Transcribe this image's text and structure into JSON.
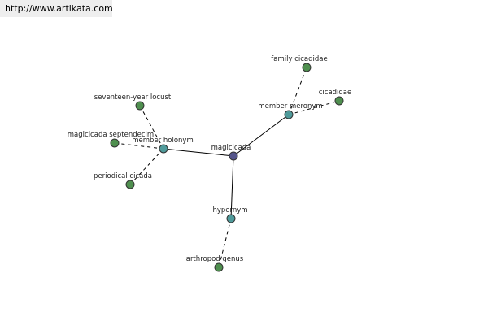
{
  "watermark": {
    "text": "http://www.artikata.com"
  },
  "colors": {
    "center": "#54548a",
    "relation": "#4f9a9a",
    "leaf": "#4f8f4f"
  },
  "nodes": [
    {
      "id": "magicicada",
      "label": "magicicada",
      "kind": "center"
    },
    {
      "id": "member-holonym",
      "label": "member holonym",
      "kind": "relation"
    },
    {
      "id": "member-meronym",
      "label": "member meronym",
      "kind": "relation"
    },
    {
      "id": "hypernym",
      "label": "hypernym",
      "kind": "relation"
    },
    {
      "id": "seventeen-year-locust",
      "label": "seventeen-year locust",
      "kind": "leaf"
    },
    {
      "id": "magicicada-septendecim",
      "label": "magicicada septendecim",
      "kind": "leaf"
    },
    {
      "id": "periodical-cicada",
      "label": "periodical cicada",
      "kind": "leaf"
    },
    {
      "id": "family-cicadidae",
      "label": "family cicadidae",
      "kind": "leaf"
    },
    {
      "id": "cicadidae",
      "label": "cicadidae",
      "kind": "leaf"
    },
    {
      "id": "arthropod-genus",
      "label": "arthropod genus",
      "kind": "leaf"
    }
  ],
  "edges": [
    {
      "from": "magicicada",
      "to": "member-holonym",
      "style": "solid"
    },
    {
      "from": "magicicada",
      "to": "member-meronym",
      "style": "solid"
    },
    {
      "from": "magicicada",
      "to": "hypernym",
      "style": "solid"
    },
    {
      "from": "member-holonym",
      "to": "seventeen-year-locust",
      "style": "dashed"
    },
    {
      "from": "member-holonym",
      "to": "magicicada-septendecim",
      "style": "dashed"
    },
    {
      "from": "member-holonym",
      "to": "periodical-cicada",
      "style": "dashed"
    },
    {
      "from": "member-meronym",
      "to": "family-cicadidae",
      "style": "dashed"
    },
    {
      "from": "member-meronym",
      "to": "cicadidae",
      "style": "dashed"
    },
    {
      "from": "hypernym",
      "to": "arthropod-genus",
      "style": "dashed"
    }
  ]
}
